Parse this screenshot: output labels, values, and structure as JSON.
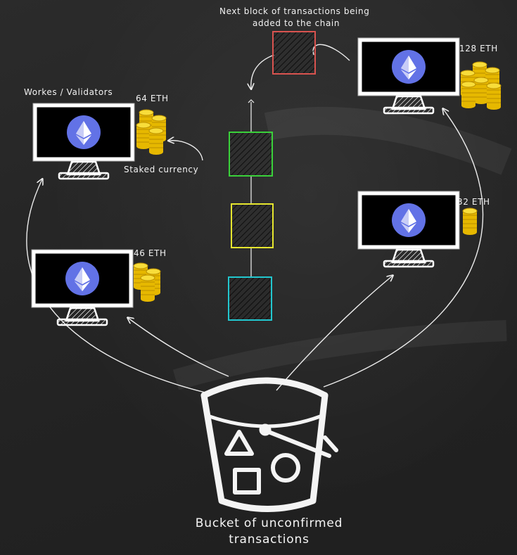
{
  "header": {
    "next_block_line1": "Next block of transactions being",
    "next_block_line2": "added to the chain"
  },
  "validators": {
    "title": "Workes / Validators",
    "staked_note": "Staked currency",
    "nodes": [
      {
        "name": "validator-top-left",
        "stake": "64 ETH"
      },
      {
        "name": "validator-bottom-left",
        "stake": "46 ETH"
      },
      {
        "name": "validator-top-right",
        "stake": "128 ETH"
      },
      {
        "name": "validator-mid-right",
        "stake": "32 ETH"
      }
    ]
  },
  "chain": {
    "blocks": [
      {
        "name": "pending-block",
        "color": "#d9534f"
      },
      {
        "name": "green-block",
        "color": "#3ad13a"
      },
      {
        "name": "yellow-block",
        "color": "#e6e62e"
      },
      {
        "name": "cyan-block",
        "color": "#22c7cf"
      }
    ]
  },
  "bucket": {
    "caption_line1": "Bucket of unconfirmed",
    "caption_line2": "transactions"
  },
  "colors": {
    "background": "#262626",
    "chalk": "#f2f2f2",
    "eth_circle": "#6272e6",
    "coin": "#f2c40f"
  },
  "icons": [
    "ethereum-icon",
    "monitor-icon",
    "coin-stack-icon",
    "bucket-icon",
    "triangle-icon",
    "square-icon",
    "circle-icon"
  ]
}
